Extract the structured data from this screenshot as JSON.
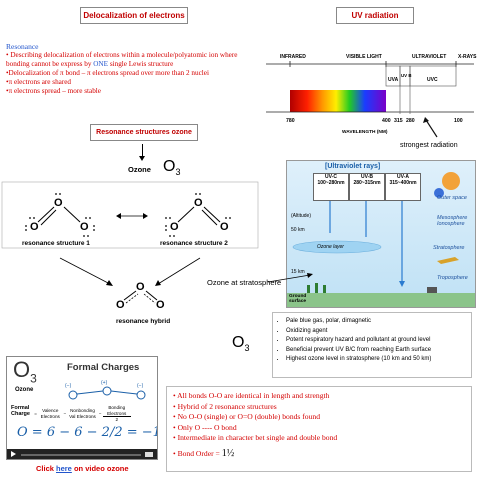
{
  "deloc": {
    "title": "Delocalization of electrons",
    "heading": "Resonance",
    "b1a": "Describing delocalization of electrons within a molecule/polyatomic ion where bonding cannot be express by ",
    "b1b": "ONE",
    "b1c": " single Lewis structure",
    "b2": "Delocalization of  π bond – π electrons spread over more than 2 nuclei",
    "b3": "π electrons are shared",
    "b4": "π electrons spread – more stable"
  },
  "uv": {
    "title": "UV radiation",
    "infrared": "INFRARED",
    "visible": "VISIBLE LIGHT",
    "ultraviolet": "ULTRAVIOLET",
    "xrays": "X-RAYS",
    "uva": "UVA",
    "uvb": "UV B",
    "uvc": "UVC",
    "t780": "780",
    "t400": "400",
    "t315": "315",
    "t280": "280",
    "t100": "100",
    "axis": "WAVELENGTH (NM)",
    "strongest": "strongest radiation"
  },
  "resonance": {
    "title": "Resonance structures ozone",
    "ozone": "Ozone",
    "formula": "O",
    "sub": "3",
    "rs1": "resonance structure 1",
    "rs2": "resonance structure 2",
    "hybrid": "resonance hybrid",
    "atom": "O"
  },
  "atmo": {
    "title": "[Ultraviolet rays]",
    "uvc": "UV-C",
    "uvc_range": "100~280nm",
    "uvb": "UV-B",
    "uvb_range": "280~315nm",
    "uva": "UV-A",
    "uva_range": "315~400nm",
    "outer": "Outer space",
    "meso": "Mesosphere Ionosphere",
    "strato": "Stratosphere",
    "tropo": "Troposphere",
    "altitude": "(Altitude)",
    "km50": "50 km",
    "km15": "15 km",
    "ozone_layer": "Ozone layer",
    "ground": "Ground surface",
    "label": "Ozone at stratosphere"
  },
  "props": {
    "o": "O",
    "sub": "3",
    "items": [
      "Pale blue gas, polar, dimagnetic",
      "Oxidizing agent",
      "Potent respiratory hazard and pollutant at ground level",
      "Beneficial prevent UV B/C from reaching Earth surface",
      "Highest ozone level in stratosphere (10 km and 50 km)"
    ]
  },
  "video": {
    "o": "O",
    "sub": "3",
    "ozone": "Ozone",
    "title": "Formal Charges",
    "formal": "Formal Charge",
    "eq": "=",
    "valence": "Valence Electrons",
    "minus": "−",
    "nonbond": "Nonbonding Val Electrons",
    "bonding": "Bonding Electrons",
    "over": "2",
    "handwritten": "O = 6 − 6 − 2/2 = −1",
    "charge_left": "(−)",
    "charge_mid": "(+)",
    "charge_right": "(−)",
    "link_a": "Click ",
    "link_b": "here",
    "link_c": " on video ozone"
  },
  "facts": {
    "items": [
      "All bonds O-O are identical in length and strength",
      "Hybrid of 2 resonance structures",
      "No O-O (single) or O=O (double) bonds found",
      "Only O ---- O bond",
      "Intermediate in character bet single and double bond"
    ],
    "bond_order_label": "Bond Order = ",
    "bond_order_value": "1½"
  },
  "colors": {
    "title_red": "#c00000",
    "heading_blue": "#2255cc",
    "sky": "#cde8f7"
  }
}
